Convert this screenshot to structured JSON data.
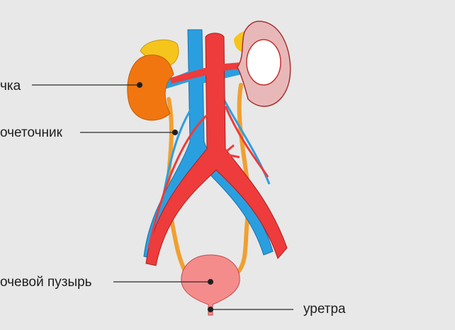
{
  "labels": {
    "kidney": "чка",
    "ureter": "очеточник",
    "bladder": "очевой пузырь",
    "urethra": "уретра"
  },
  "colors": {
    "background": "#e8e8e8",
    "artery": "#ee3b3b",
    "vein": "#2a9fe0",
    "kidney": "#f2760f",
    "adrenal": "#f5c51c",
    "ureter": "#f0a030",
    "bladder": "#f58c8c"
  }
}
